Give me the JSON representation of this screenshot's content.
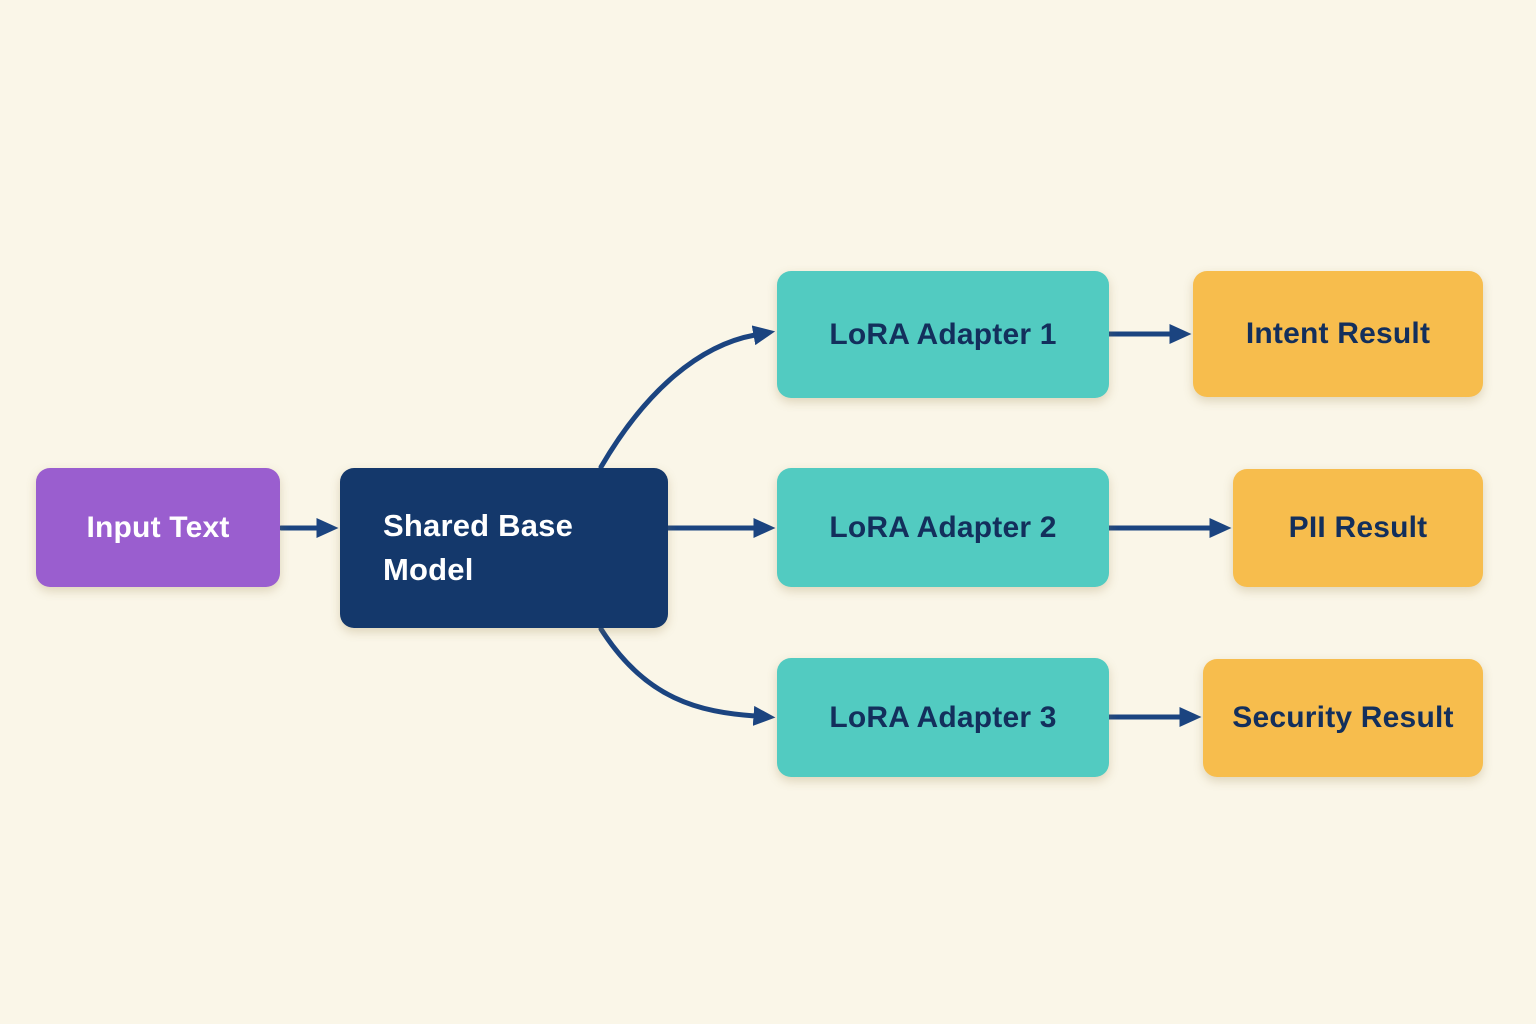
{
  "diagram": {
    "nodes": {
      "input_text": {
        "label": "Input Text",
        "fill": "#9a5ecf",
        "text_color": "#ffffff"
      },
      "shared_base_model": {
        "label": "Shared Base Model",
        "fill": "#14386b",
        "text_color": "#ffffff"
      },
      "lora_adapter_1": {
        "label": "LoRA Adapter 1",
        "fill": "#52cbc1",
        "text_color": "#132f5c"
      },
      "lora_adapter_2": {
        "label": "LoRA Adapter 2",
        "fill": "#52cbc1",
        "text_color": "#132f5c"
      },
      "lora_adapter_3": {
        "label": "LoRA Adapter 3",
        "fill": "#52cbc1",
        "text_color": "#132f5c"
      },
      "intent_result": {
        "label": "Intent Result",
        "fill": "#f7bd4d",
        "text_color": "#132f5c"
      },
      "pii_result": {
        "label": "PII Result",
        "fill": "#f7bd4d",
        "text_color": "#132f5c"
      },
      "security_result": {
        "label": "Security Result",
        "fill": "#f7bd4d",
        "text_color": "#132f5c"
      }
    },
    "edges": [
      {
        "from": "input_text",
        "to": "shared_base_model"
      },
      {
        "from": "shared_base_model",
        "to": "lora_adapter_1"
      },
      {
        "from": "shared_base_model",
        "to": "lora_adapter_2"
      },
      {
        "from": "shared_base_model",
        "to": "lora_adapter_3"
      },
      {
        "from": "lora_adapter_1",
        "to": "intent_result"
      },
      {
        "from": "lora_adapter_2",
        "to": "pii_result"
      },
      {
        "from": "lora_adapter_3",
        "to": "security_result"
      }
    ],
    "colors": {
      "background": "#faf6e8",
      "edge": "#1b4480",
      "purple": "#9a5ecf",
      "navy": "#14386b",
      "teal": "#52cbc1",
      "yellow": "#f7bd4d",
      "text_light": "#ffffff",
      "text_dark": "#132f5c"
    }
  }
}
